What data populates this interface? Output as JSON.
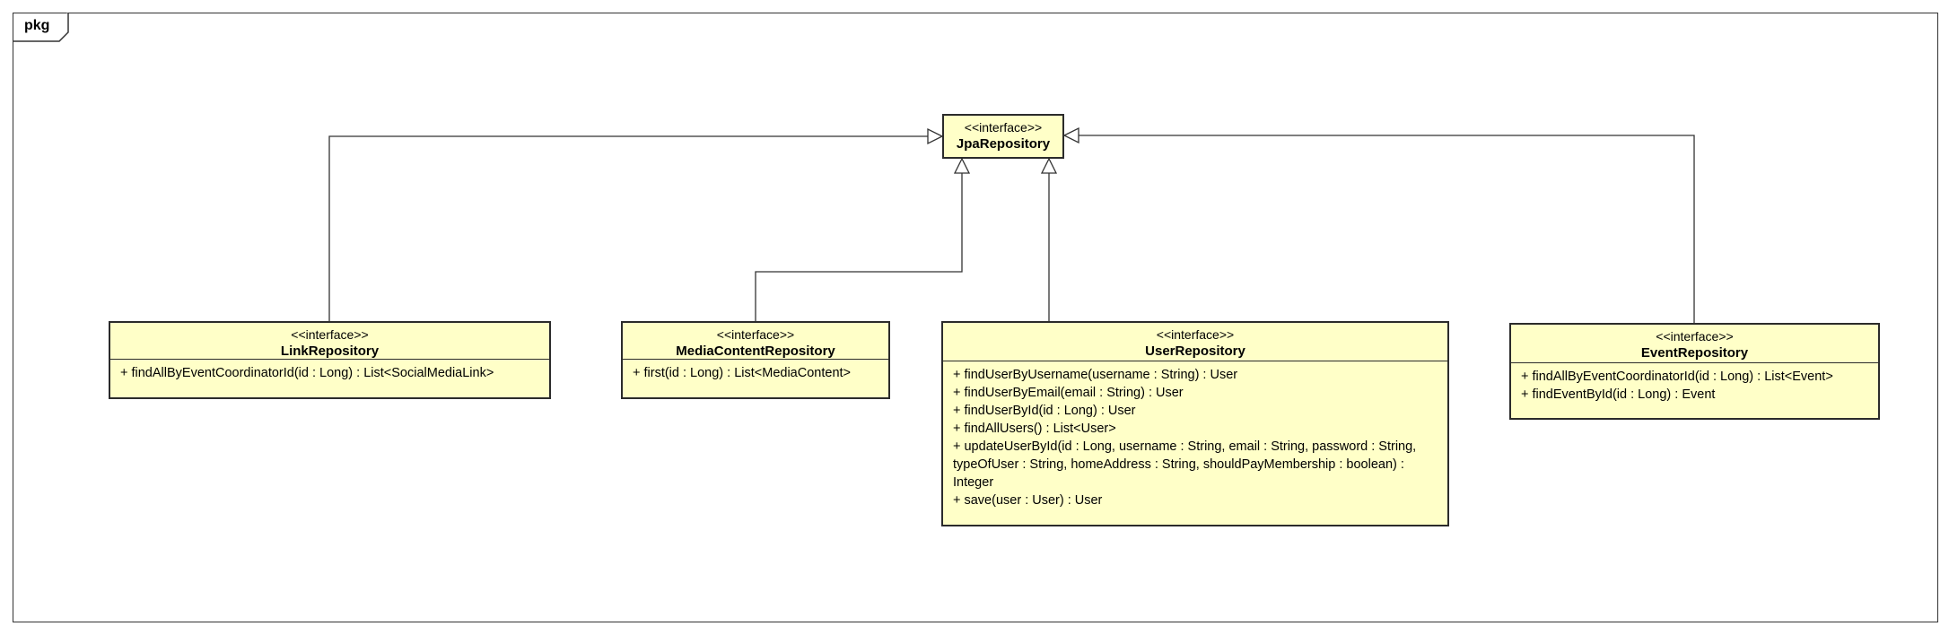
{
  "frame": {
    "label": "pkg"
  },
  "classes": {
    "jpa": {
      "stereotype": "<<interface>>",
      "name": "JpaRepository",
      "operations": []
    },
    "link": {
      "stereotype": "<<interface>>",
      "name": "LinkRepository",
      "operations": [
        "+ findAllByEventCoordinatorId(id : Long) : List<SocialMediaLink>"
      ]
    },
    "media": {
      "stereotype": "<<interface>>",
      "name": "MediaContentRepository",
      "operations": [
        "+ first(id : Long) : List<MediaContent>"
      ]
    },
    "user": {
      "stereotype": "<<interface>>",
      "name": "UserRepository",
      "operations": [
        "+ findUserByUsername(username : String) : User",
        "+ findUserByEmail(email : String) : User",
        "+ findUserById(id : Long) : User",
        "+ findAllUsers() : List<User>",
        "+ updateUserById(id : Long, username : String, email : String, password : String, typeOfUser : String, homeAddress : String, shouldPayMembership : boolean) : Integer",
        "+ save(user : User) : User"
      ]
    },
    "event": {
      "stereotype": "<<interface>>",
      "name": "EventRepository",
      "operations": [
        "+ findAllByEventCoordinatorId(id : Long) : List<Event>",
        "+ findEventById(id : Long) : Event"
      ]
    }
  },
  "relations": [
    {
      "type": "generalization",
      "from": "LinkRepository",
      "to": "JpaRepository"
    },
    {
      "type": "generalization",
      "from": "MediaContentRepository",
      "to": "JpaRepository"
    },
    {
      "type": "generalization",
      "from": "UserRepository",
      "to": "JpaRepository"
    },
    {
      "type": "generalization",
      "from": "EventRepository",
      "to": "JpaRepository"
    }
  ]
}
